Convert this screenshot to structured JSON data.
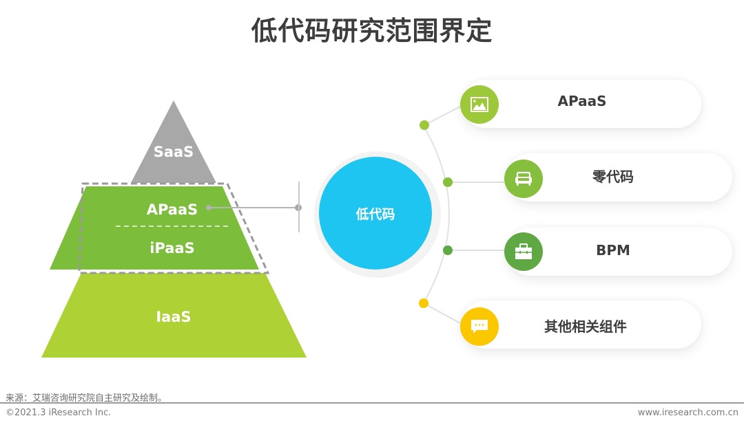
{
  "title": "低代码研究范围界定",
  "pyramid": {
    "layers": [
      {
        "label": "SaaS",
        "color": "#a8a8a8"
      },
      {
        "label": "APaaS",
        "color": "#7dbd3c"
      },
      {
        "label": "iPaaS",
        "color": "#7dbd3c"
      },
      {
        "label": "IaaS",
        "color": "#aed135"
      }
    ],
    "highlight_border_color": "#9a9a9a"
  },
  "center": {
    "label": "低代码",
    "color": "#1ec5f0"
  },
  "items": [
    {
      "label": "APaaS",
      "icon": "image-icon",
      "color": "#9cc83a",
      "dot_color": "#9cc83a"
    },
    {
      "label": "零代码",
      "icon": "sofa-icon",
      "color": "#86bf3e",
      "dot_color": "#86bf3e"
    },
    {
      "label": "BPM",
      "icon": "briefcase-icon",
      "color": "#5fa844",
      "dot_color": "#5fa844"
    },
    {
      "label": "其他相关组件",
      "icon": "chat-bubble-icon",
      "color": "#fbc800",
      "dot_color": "#fbc800"
    }
  ],
  "footer": {
    "source": "来源：艾瑞咨询研究院自主研究及绘制。",
    "copyright": "©2021.3 iResearch Inc.",
    "website": "www.iresearch.com.cn"
  }
}
